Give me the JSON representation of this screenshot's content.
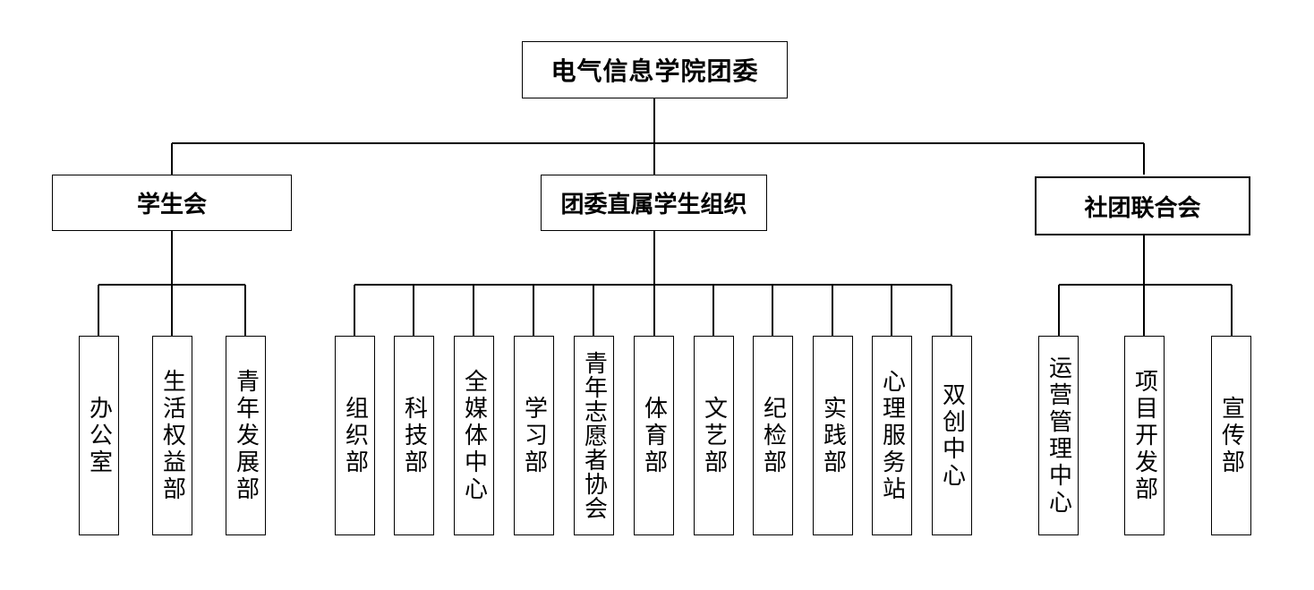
{
  "root": {
    "label": "电气信息学院团委"
  },
  "branches": [
    {
      "label": "学生会",
      "children": [
        "办公室",
        "生活权益部",
        "青年发展部"
      ]
    },
    {
      "label": "团委直属学生组织",
      "children": [
        "组织部",
        "科技部",
        "全媒体中心",
        "学习部",
        "青年志愿者协会",
        "体育部",
        "文艺部",
        "纪检部",
        "实践部",
        "心理服务站",
        "双创中心"
      ]
    },
    {
      "label": "社团联合会",
      "children": [
        "运营管理中心",
        "项目开发部",
        "宣传部"
      ]
    }
  ]
}
